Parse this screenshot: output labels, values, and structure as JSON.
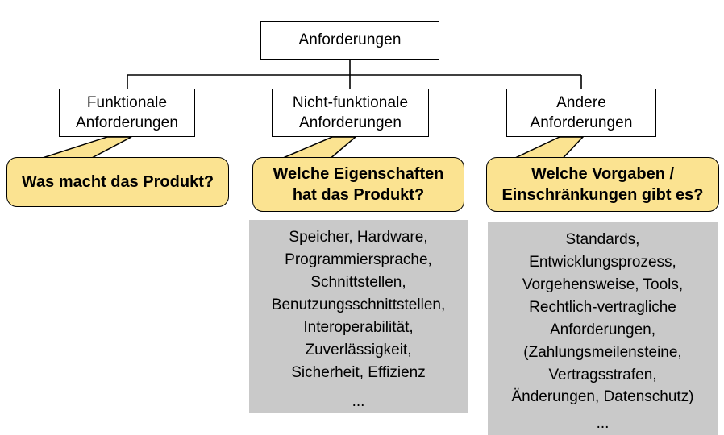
{
  "diagram": {
    "title": "Anforderungen",
    "root": {
      "label": "Anforderungen"
    },
    "branches": [
      {
        "id": "funktionale",
        "title_line1": "Funktionale",
        "title_line2": "Anforderungen",
        "callout": {
          "line1": "Was macht das Produkt?",
          "line2": ""
        },
        "details": []
      },
      {
        "id": "nicht-funktionale",
        "title_line1": "Nicht-funktionale",
        "title_line2": "Anforderungen",
        "callout": {
          "line1": "Welche Eigenschaften",
          "line2": "hat das Produkt?"
        },
        "details": [
          "Speicher, Hardware,",
          "Programmiersprache,",
          "Schnittstellen,",
          "Benutzungsschnittstellen,",
          "Interoperabilität,",
          "Zuverlässigkeit,",
          "Sicherheit, Effizienz",
          "..."
        ]
      },
      {
        "id": "andere",
        "title_line1": "Andere",
        "title_line2": "Anforderungen",
        "callout": {
          "line1": "Welche Vorgaben /",
          "line2": "Einschränkungen gibt es?"
        },
        "details": [
          "Standards,",
          "Entwicklungsprozess,",
          "Vorgehensweise, Tools,",
          "Rechtlich-vertragliche",
          "Anforderungen,",
          "(Zahlungsmeilensteine,",
          "Vertragsstrafen,",
          "Änderungen, Datenschutz)",
          "..."
        ]
      }
    ],
    "colors": {
      "callout_fill": "#fbe391",
      "panel_fill": "#c9c9c9",
      "line": "#000000",
      "box_fill": "#ffffff",
      "background": "#ffffff"
    }
  }
}
